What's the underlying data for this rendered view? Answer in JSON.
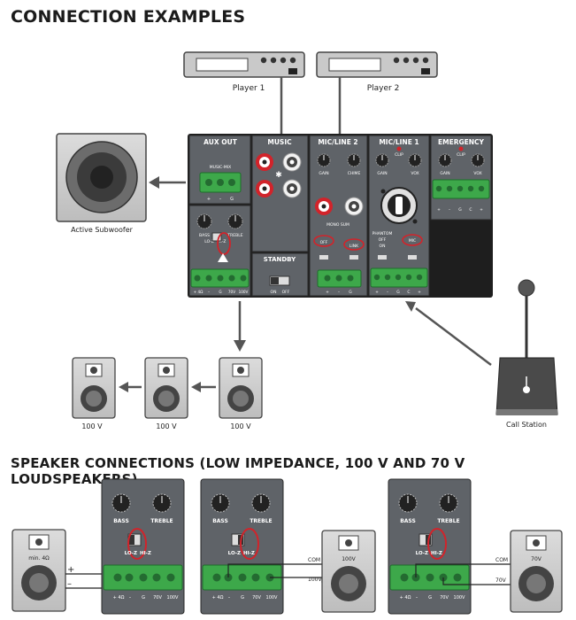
{
  "titles": {
    "connection_examples": "CONNECTION EXAMPLES",
    "speaker_connections": "SPEAKER CONNECTIONS (LOW IMPEDANCE, 100 V AND 70 V LOUDSPEAKERS)"
  },
  "devices": {
    "player1": "Player 1",
    "player2": "Player 2",
    "active_subwoofer": "Active Subwoofer",
    "call_station": "Call Station"
  },
  "panel": {
    "aux_out": "AUX OUT",
    "music_mix": "MUSIC-MIX",
    "aux_pins": [
      "+",
      "–",
      "G"
    ],
    "music": "MUSIC",
    "standby": "STANDBY",
    "on": "ON",
    "off": "OFF",
    "mic_line2": "MIC/LINE 2",
    "mic_line1": "MIC/LINE 1",
    "emergency": "EMERGENCY",
    "gain": "GAIN",
    "chime": "CHIME",
    "clip": "CLIP",
    "vox": "VOX",
    "mono_sum": "MONO SUM",
    "phantom": "PHANTOM",
    "off_short": "OFF",
    "link": "LINK",
    "mic": "MIC",
    "line_pins": [
      "+",
      "–",
      "G"
    ],
    "mic1_pins": [
      "+",
      "–",
      "G",
      "C",
      "+"
    ],
    "emg_pins": [
      "+",
      "–",
      "G",
      "C",
      "+"
    ],
    "bass": "BASS",
    "treble": "TREBLE",
    "lo_z": "LO-Z",
    "hi_z": "HI-Z",
    "speaker_pins": [
      "+ 4Ω",
      "–",
      "G",
      "70V",
      "100V"
    ]
  },
  "speaker_labels": [
    "100 V",
    "100 V",
    "100 V"
  ],
  "speaker_connections": {
    "module_bass": "BASS",
    "module_treble": "TREBLE",
    "lo_z": "LO-Z",
    "hi_z": "HI-Z",
    "pins": [
      "+ 4Ω",
      "–",
      "G",
      "70V",
      "100V"
    ],
    "plus": "+",
    "minus": "–",
    "com": "COM",
    "v100": "100V",
    "v70": "70V",
    "spk_min4": "min. 4Ω",
    "spk_100v": "100V",
    "spk_70v": "70V"
  },
  "colors": {
    "panel_bg": "#5f6368",
    "terminal_green": "#3da84a",
    "highlight_red": "#d2232a",
    "rca_red": "#d2232a"
  }
}
